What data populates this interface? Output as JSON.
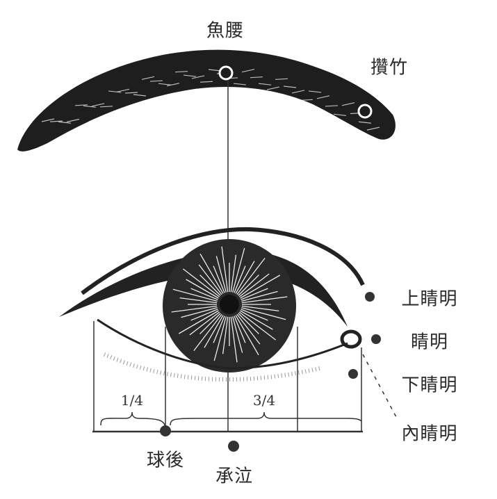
{
  "labels": {
    "yuyao": "魚腰",
    "zanzhu": "攢竹",
    "shang_jingming": "上睛明",
    "jingming": "睛明",
    "xia_jingming": "下睛明",
    "nei_jingming": "內睛明",
    "qiuhou": "球後",
    "chengqi": "承泣"
  },
  "fractions": {
    "quarter": "1/4",
    "three_quarter": "3/4"
  },
  "colors": {
    "ink": "#222222",
    "paper": "#ffffff"
  }
}
